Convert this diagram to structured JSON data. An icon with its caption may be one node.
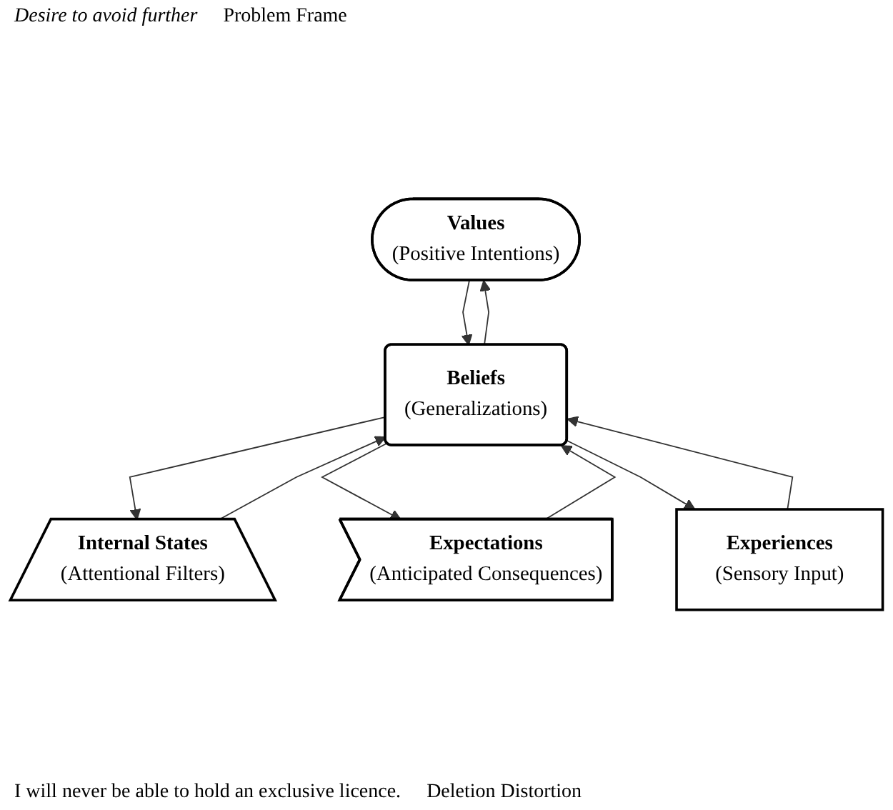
{
  "diagram": {
    "nodes": [
      {
        "text": [
          "Values",
          "(Positive Intentions)"
        ]
      },
      {
        "text": [
          "Internal States",
          "(Attentional Filters)"
        ]
      },
      {
        "text": [
          "Beliefs",
          "(Generalizations)"
        ]
      },
      {
        "text": [
          "Expectations",
          "(Anticipated Consequences)"
        ]
      },
      {
        "text": [
          "Experiences",
          "(Sensory Input)"
        ]
      }
    ],
    "edges": [
      {
        "from": 2,
        "to": 0,
        "arrow": "to"
      },
      {
        "from": 0,
        "to": 2,
        "arrow": "to"
      },
      {
        "from": 1,
        "to": 2,
        "arrow": "to"
      },
      {
        "from": 2,
        "to": 1,
        "arrow": "to"
      },
      {
        "from": 2,
        "to": 3,
        "arrow": "to"
      },
      {
        "from": 3,
        "to": 2,
        "arrow": "to"
      },
      {
        "from": 2,
        "to": 4,
        "arrow": "to"
      },
      {
        "from": 4,
        "to": 2,
        "arrow": "to"
      }
    ],
    "labels": [
      "Desire to avoid further",
      "Problem Frame",
      "I will never be able to hold an exclusive licence.",
      "Deletion Distortion"
    ]
  }
}
